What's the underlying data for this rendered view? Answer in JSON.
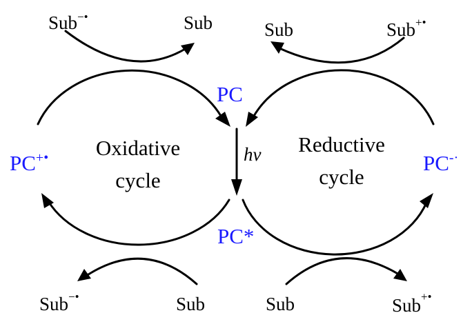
{
  "colors": {
    "pc": "#1a1aff",
    "ink": "#000000",
    "background": "#ffffff"
  },
  "top_left": {
    "from_base": "Sub",
    "from_sup": "−•",
    "to": "Sub"
  },
  "top_right": {
    "from_base": "Sub",
    "from_sup": "+•",
    "to": "Sub"
  },
  "bottom_left": {
    "from": "Sub",
    "to_base": "Sub",
    "to_sup": "−•"
  },
  "bottom_right": {
    "from": "Sub",
    "to_base": "Sub",
    "to_sup": "+•"
  },
  "pc_ground": "PC",
  "pc_excited": "PC*",
  "pc_oxidized": {
    "base": "PC",
    "sup": "+•"
  },
  "pc_reduced": {
    "base": "PC",
    "sup": "-·"
  },
  "excitation": "hv",
  "oxidative_cycle": {
    "line1": "Oxidative",
    "line2": "cycle"
  },
  "reductive_cycle": {
    "line1": "Reductive",
    "line2": "cycle"
  }
}
